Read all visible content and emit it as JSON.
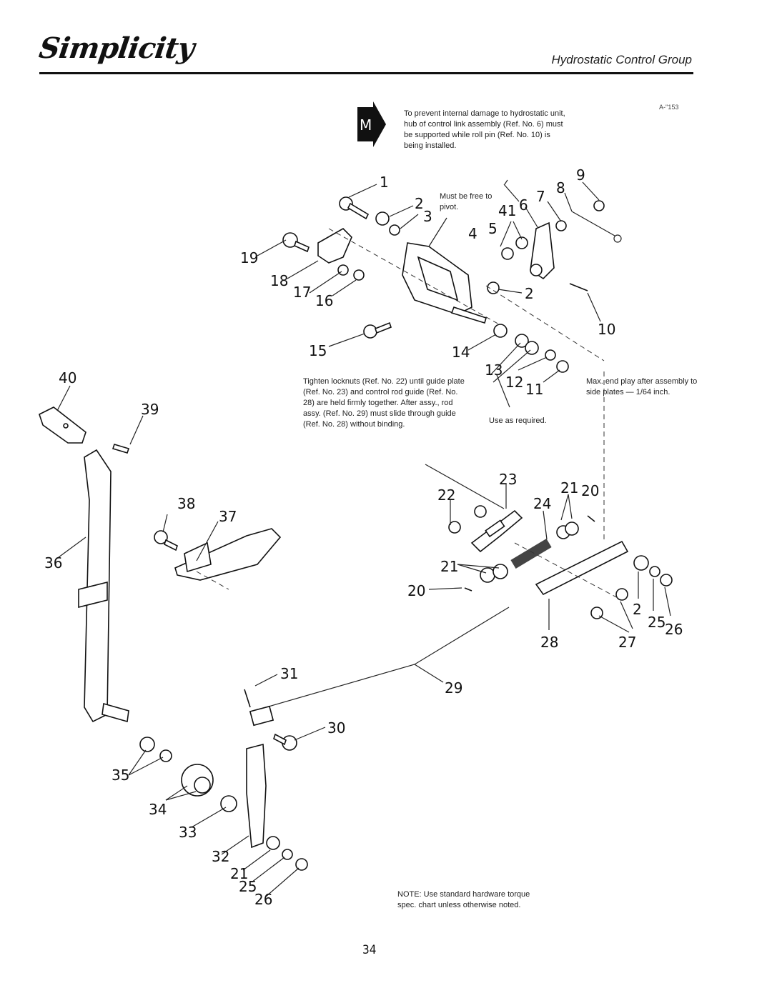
{
  "header": {
    "brand": "Simplicity",
    "section_title": "Hydrostatic Control Group"
  },
  "doc_code": "A-''153",
  "marker_icon_label": "M",
  "notes": {
    "internal_damage": "To prevent internal damage to hydrostatic unit, hub of control link assembly (Ref. No. 6) must be supported while roll pin (Ref. No. 10) is being installed.",
    "free_to_pivot": "Must be free to pivot.",
    "locknuts": "Tighten locknuts (Ref. No. 22) until guide plate (Ref. No. 23) and control rod guide (Ref. No. 28) are held firmly together. After assy., rod assy. (Ref. No. 29) must slide through guide (Ref. No. 28) without binding.",
    "use_as_required": "Use as required.",
    "end_play": "Max. end play after assembly to side plates — 1/64 inch.",
    "hardware": "NOTE: Use standard hardware torque spec. chart unless otherwise noted."
  },
  "labels": {
    "n1": "1",
    "n2a": "2",
    "n3": "3",
    "n4": "4",
    "n5": "5",
    "n41": "41",
    "n6": "6",
    "n7": "7",
    "n8": "8",
    "n9": "9",
    "n19": "19",
    "n18": "18",
    "n17": "17",
    "n16": "16",
    "n2b": "2",
    "n10": "10",
    "n15": "15",
    "n14": "14",
    "n13": "13",
    "n12": "12",
    "n11": "11",
    "n40": "40",
    "n39": "39",
    "n38": "38",
    "n37": "37",
    "n36": "36",
    "n23": "23",
    "n22": "22",
    "n21a": "21",
    "n20a": "20",
    "n24": "24",
    "n21b": "21",
    "n20b": "20",
    "n2c": "2",
    "n25a": "25",
    "n26a": "26",
    "n28": "28",
    "n27": "27",
    "n31": "31",
    "n29": "29",
    "n30": "30",
    "n35": "35",
    "n34": "34",
    "n33": "33",
    "n32": "32",
    "n21c": "21",
    "n25b": "25",
    "n26b": "26"
  },
  "page_number": "34"
}
